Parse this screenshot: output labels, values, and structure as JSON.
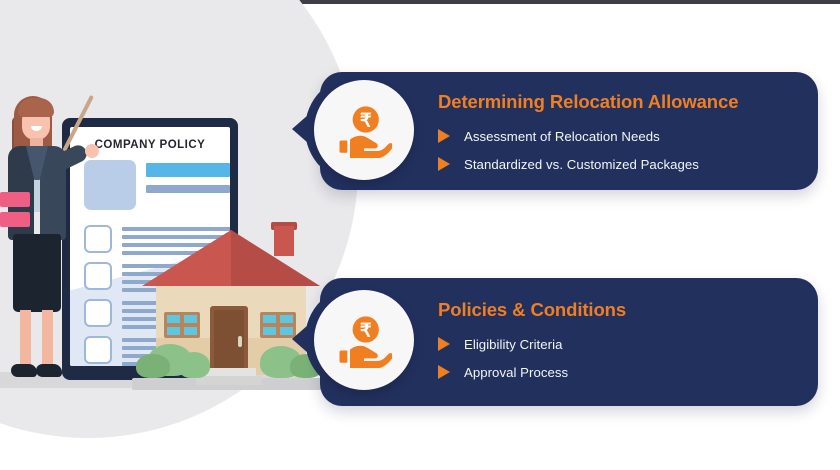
{
  "illustration": {
    "clipboard_title": "COMPANY POLICY",
    "checkbox_row_count": 4,
    "figure": "businesswoman-presenter",
    "house": "family-house",
    "colors": {
      "navy": "#22305e",
      "orange": "#f07f22",
      "white": "#ffffff",
      "grey_circle": "#e9e9eb",
      "clipboard_frame": "#1f2a44",
      "house_wall": "#ead9ba",
      "house_roof": "#c9574f"
    }
  },
  "cards": [
    {
      "title": "Determining Relocation Allowance",
      "icon": "rupee-in-hand-icon",
      "bullets": [
        "Assessment of Relocation Needs",
        "Standardized vs. Customized Packages"
      ]
    },
    {
      "title": "Policies & Conditions",
      "icon": "rupee-in-hand-icon",
      "bullets": [
        "Eligibility Criteria",
        "Approval Process"
      ]
    }
  ]
}
